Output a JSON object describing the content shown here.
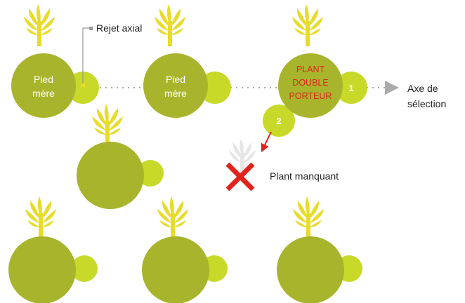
{
  "labels": {
    "mother_left": [
      "Pied",
      "mère"
    ],
    "mother_mid": [
      "Pied",
      "mère"
    ],
    "double_bearer": [
      "PLANT",
      "DOUBLE",
      "PORTEUR"
    ],
    "axial_sucker": "Rejet axial",
    "selection_axis": [
      "Axe de",
      "sélection"
    ],
    "missing_plant": "Plant manquant",
    "num_1": "1",
    "num_2": "2"
  },
  "colors": {
    "mother_circle": "#a8b52c",
    "sucker_circle": "#c9d929",
    "plant_yellow": "#e7dc2a",
    "ghost_plant": "#e6e6e6",
    "x_red": "#e0241b",
    "arrow_red": "#e0241b",
    "axis_grey": "#aaaaaa",
    "text_red": "#e0241b"
  }
}
